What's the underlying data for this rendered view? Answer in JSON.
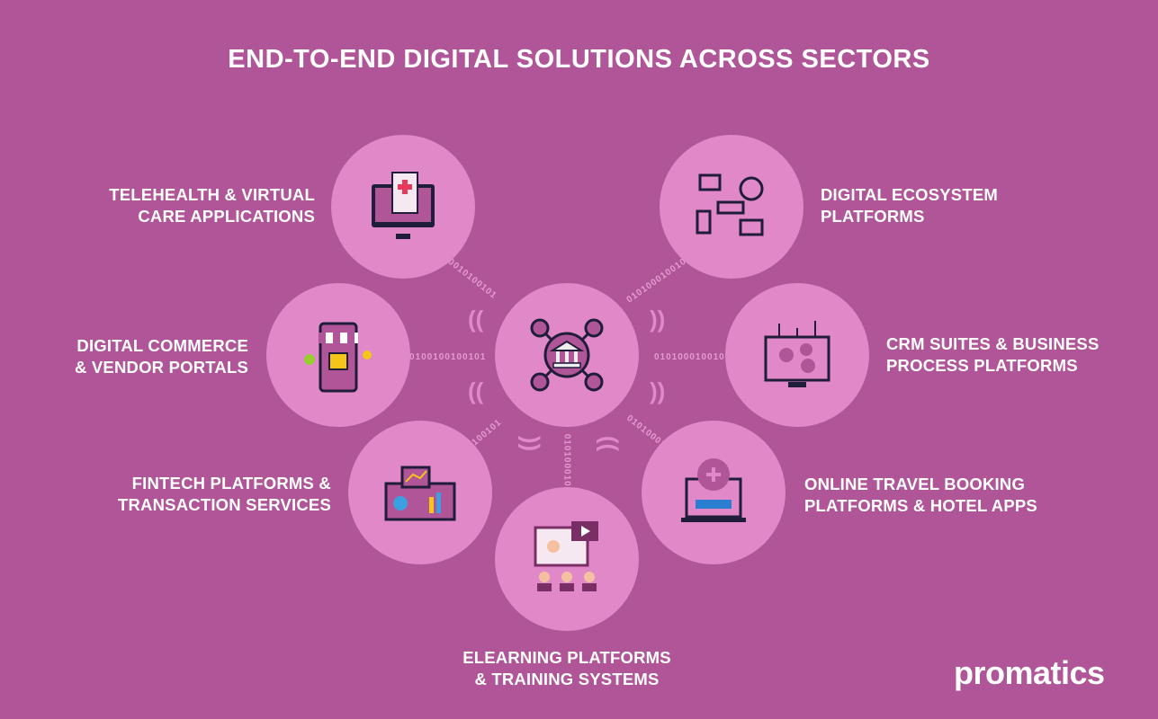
{
  "title": "END-TO-END DIGITAL SOLUTIONS ACROSS SECTORS",
  "sectors": [
    {
      "line1": "TELEHEALTH & VIRTUAL",
      "line2": "CARE APPLICATIONS",
      "icon": "telehealth-monitor-icon"
    },
    {
      "line1": "DIGITAL ECOSYSTEM",
      "line2": "PLATFORMS",
      "icon": "network-devices-icon"
    },
    {
      "line1": "DIGITAL COMMERCE",
      "line2": "& VENDOR PORTALS",
      "icon": "mobile-shop-icon"
    },
    {
      "line1": "CRM SUITES & BUSINESS",
      "line2": "PROCESS PLATFORMS",
      "icon": "gears-monitor-icon"
    },
    {
      "line1": "FINTECH PLATFORMS &",
      "line2": "TRANSACTION SERVICES",
      "icon": "finance-dashboard-icon"
    },
    {
      "line1": "ONLINE TRAVEL BOOKING",
      "line2": "PLATFORMS & HOTEL APPS",
      "icon": "travel-laptop-icon"
    },
    {
      "line1": "ELEARNING PLATFORMS",
      "line2": "& TRAINING SYSTEMS",
      "icon": "video-classroom-icon"
    }
  ],
  "center_icon": "bank-network-icon",
  "binary": [
    "0010100101",
    "0101000100101",
    "0100100100101",
    "010100010010",
    "00100101",
    "01010001",
    "0101000101"
  ],
  "logo": "promatics",
  "colors": {
    "background": "#b05597",
    "circle": "#e088c8",
    "ink": "#1f1d3a"
  }
}
